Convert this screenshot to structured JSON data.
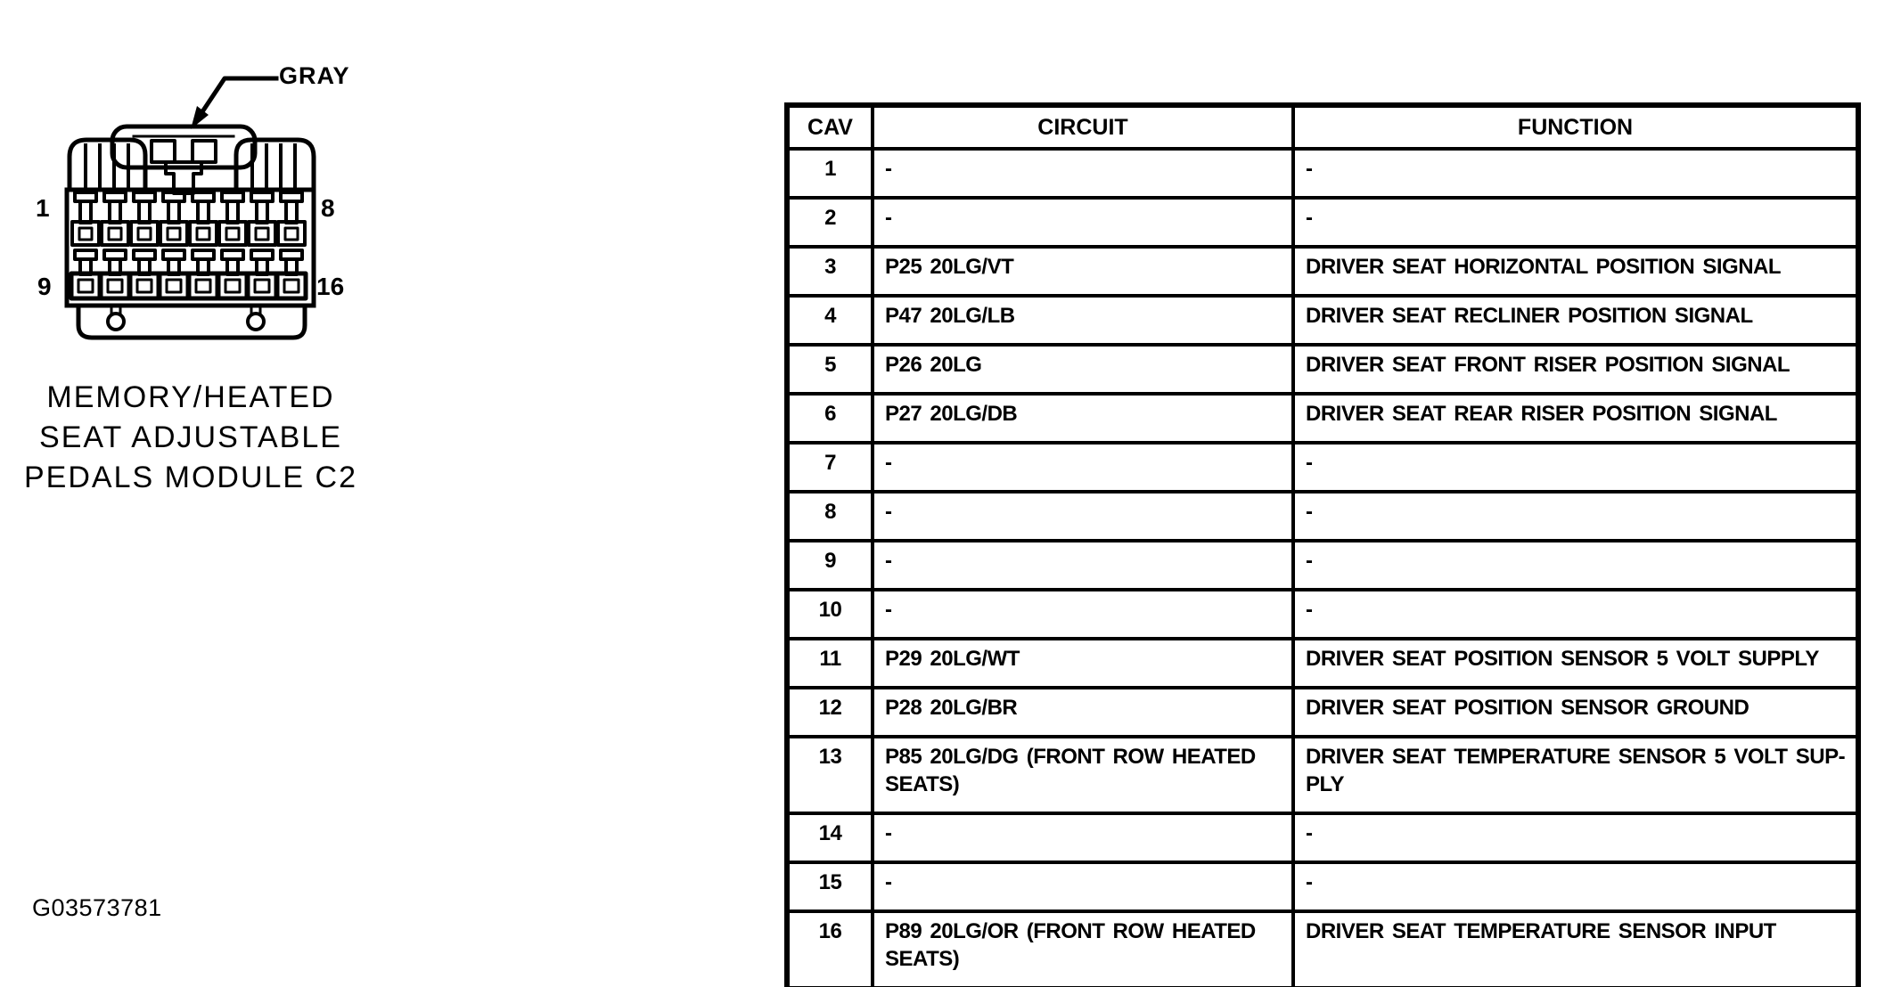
{
  "colors": {
    "ink": "#000000",
    "paper": "#ffffff"
  },
  "figure": {
    "connector_color_label": "GRAY",
    "pins": [
      "1",
      "8",
      "9",
      "16"
    ],
    "caption_lines": [
      "MEMORY/HEATED",
      "SEAT ADJUSTABLE",
      "PEDALS MODULE C2"
    ],
    "figure_id": "G03573781"
  },
  "table": {
    "headers": [
      "CAV",
      "CIRCUIT",
      "FUNCTION"
    ],
    "rows": [
      {
        "cav": "1",
        "circuit": "-",
        "function": "-"
      },
      {
        "cav": "2",
        "circuit": "-",
        "function": "-"
      },
      {
        "cav": "3",
        "circuit": "P25 20LG/VT",
        "function": "DRIVER SEAT HORIZONTAL POSITION SIGNAL"
      },
      {
        "cav": "4",
        "circuit": "P47 20LG/LB",
        "function": "DRIVER SEAT RECLINER POSITION SIGNAL"
      },
      {
        "cav": "5",
        "circuit": "P26 20LG",
        "function": "DRIVER SEAT FRONT RISER POSITION SIGNAL"
      },
      {
        "cav": "6",
        "circuit": "P27 20LG/DB",
        "function": "DRIVER SEAT REAR RISER POSITION SIGNAL"
      },
      {
        "cav": "7",
        "circuit": "-",
        "function": "-"
      },
      {
        "cav": "8",
        "circuit": "-",
        "function": "-"
      },
      {
        "cav": "9",
        "circuit": "-",
        "function": "-"
      },
      {
        "cav": "10",
        "circuit": "-",
        "function": "-"
      },
      {
        "cav": "11",
        "circuit": "P29 20LG/WT",
        "function": "DRIVER SEAT POSITION SENSOR 5 VOLT SUPPLY"
      },
      {
        "cav": "12",
        "circuit": "P28 20LG/BR",
        "function": "DRIVER SEAT POSITION SENSOR GROUND"
      },
      {
        "cav": "13",
        "circuit": "P85 20LG/DG (FRONT ROW HEATED SEATS)",
        "function": "DRIVER SEAT TEMPERATURE SENSOR 5 VOLT SUP-PLY"
      },
      {
        "cav": "14",
        "circuit": "-",
        "function": "-"
      },
      {
        "cav": "15",
        "circuit": "-",
        "function": "-"
      },
      {
        "cav": "16",
        "circuit": "P89 20LG/OR (FRONT ROW HEATED SEATS)",
        "function": "DRIVER SEAT TEMPERATURE SENSOR INPUT"
      }
    ]
  }
}
